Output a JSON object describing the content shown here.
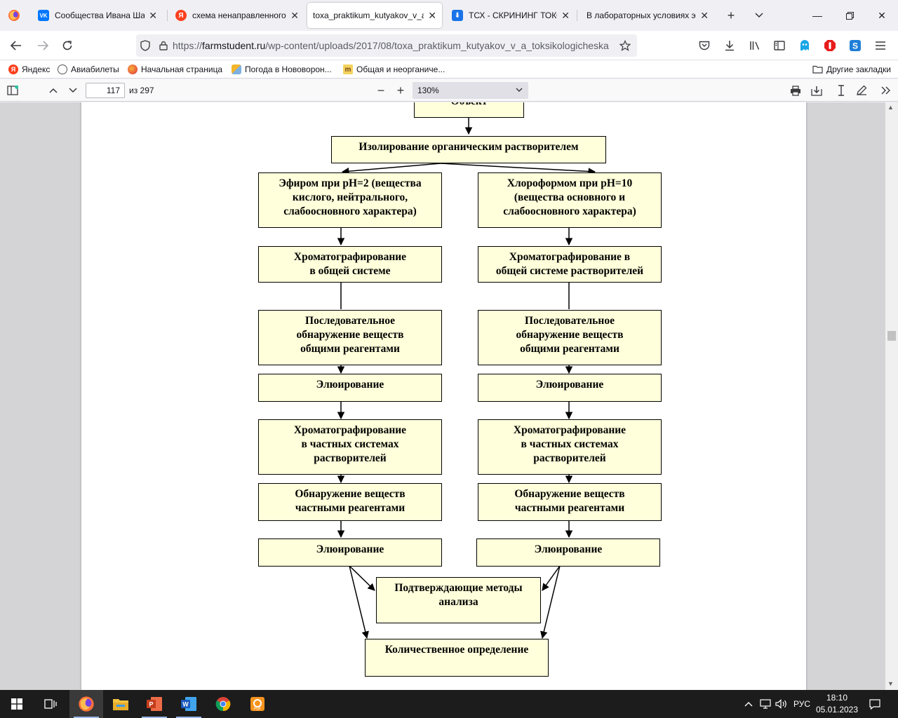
{
  "browser": {
    "tabs": [
      {
        "title": "Сообщества Ивана Шам",
        "favicon_color": "#0077ff",
        "favicon_glyph": "VK",
        "active": false
      },
      {
        "title": "схема ненаправленного",
        "favicon_color": "#fc3f1d",
        "favicon_glyph": "Я",
        "active": false
      },
      {
        "title": "toxa_praktikum_kutyakov_v_a",
        "favicon_color": "",
        "favicon_glyph": "",
        "active": true
      },
      {
        "title": "ТСХ - СКРИНИНГ ТОКСИ",
        "favicon_color": "#1a73e8",
        "favicon_glyph": "⬇",
        "active": false
      },
      {
        "title": "В лабораторных условиях э",
        "favicon_color": "",
        "favicon_glyph": "",
        "active": false
      }
    ],
    "url_prefix": "https://",
    "url_domain": "farmstudent.ru",
    "url_path": "/wp-content/uploads/2017/08/toxa_praktikum_kutyakov_v_a_toksikologicheska",
    "bookmarks": [
      {
        "label": "Яндекс",
        "icon_color": "#fc3f1d",
        "glyph": "Я"
      },
      {
        "label": "Авиабилеты",
        "icon_color": "#555555",
        "glyph": ""
      },
      {
        "label": "Начальная страница",
        "icon_color": "#e8523c",
        "glyph": ""
      },
      {
        "label": "Погода в Нововорон...",
        "icon_color": "#f3b52a",
        "glyph": ""
      },
      {
        "label": "Общая и неорганиче...",
        "icon_color": "#7a4a1a",
        "glyph": "m"
      }
    ],
    "other_bookmarks": "Другие закладки"
  },
  "pdf_toolbar": {
    "page_number": "117",
    "page_total": "из 297",
    "zoom": "130%"
  },
  "flowchart": {
    "top": [
      "Объект",
      "Изолирование органическим растворителем"
    ],
    "left": [
      "Эфиром при рН=2 (вещества\nкислого, нейтрального,\nслабоосновного характера)",
      "Хроматографирование\nв общей системе",
      "Последовательное\nобнаружение веществ\nобщими реагентами",
      "Элюирование",
      "Хроматографирование\nв частных системах\nрастворителей",
      "Обнаружение веществ\nчастными реагентами",
      "Элюирование"
    ],
    "right": [
      "Хлороформом при рН=10\n(вещества основного и\nслабоосновного характера)",
      "Хроматографирование в\nобщей системе растворителей",
      "Последовательное\nобнаружение веществ\nобщими реагентами",
      "Элюирование",
      "Хроматографирование\nв частных системах\nрастворителей",
      "Обнаружение веществ\nчастными реагентами",
      "Элюирование"
    ],
    "confirm": "Подтверждающие методы\nанализа",
    "quant": "Количественное определение",
    "box_fill": "#ffffdb"
  },
  "taskbar": {
    "apps": [
      "windows-start",
      "task-view",
      "firefox",
      "file-explorer",
      "powerpoint",
      "word",
      "chrome",
      "pdf-app"
    ],
    "language": "РУС",
    "time": "18:10",
    "date": "05.01.2023"
  }
}
